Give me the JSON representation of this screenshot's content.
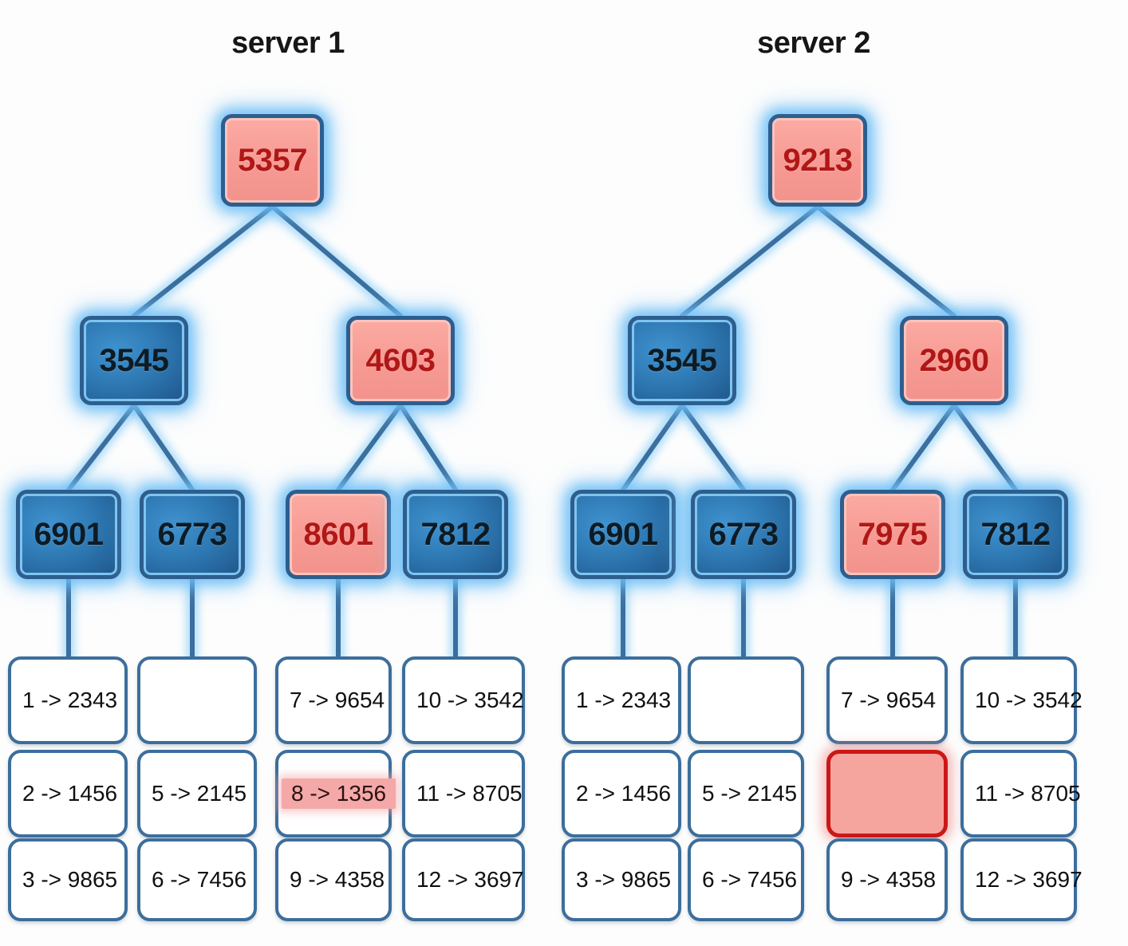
{
  "diagram": {
    "title_left": "server 1",
    "title_right": "server 2",
    "colors": {
      "node_blue": "#2f7ab5",
      "node_blue_border": "#2d5e8e",
      "node_red": "#f69a93",
      "node_red_text": "#b01717",
      "glow": "#67bcf6",
      "edge": "#3a6f9f",
      "datablock_border": "#3c6e9c",
      "highlight_fill": "#f4a8a8",
      "missing_border": "#cc1717",
      "missing_fill": "#f6a49e"
    }
  },
  "servers": [
    {
      "name": "server 1",
      "root": {
        "value": "5357",
        "state": "red"
      },
      "level2": [
        {
          "value": "3545",
          "state": "blue"
        },
        {
          "value": "4603",
          "state": "red"
        }
      ],
      "leaves": [
        {
          "value": "6901",
          "state": "blue"
        },
        {
          "value": "6773",
          "state": "blue"
        },
        {
          "value": "8601",
          "state": "red"
        },
        {
          "value": "7812",
          "state": "blue"
        }
      ],
      "data_columns": [
        {
          "cells": [
            {
              "text": "1 -> 2343",
              "state": "normal"
            },
            {
              "text": "2 -> 1456",
              "state": "normal"
            },
            {
              "text": "3 -> 9865",
              "state": "normal"
            }
          ]
        },
        {
          "cells": [
            {
              "text": "",
              "state": "empty"
            },
            {
              "text": "5 -> 2145",
              "state": "normal"
            },
            {
              "text": "6 -> 7456",
              "state": "normal"
            }
          ]
        },
        {
          "cells": [
            {
              "text": "7 -> 9654",
              "state": "normal"
            },
            {
              "text": "8 -> 1356",
              "state": "highlight"
            },
            {
              "text": "9 -> 4358",
              "state": "normal"
            }
          ]
        },
        {
          "cells": [
            {
              "text": "10 -> 3542",
              "state": "normal"
            },
            {
              "text": "11 -> 8705",
              "state": "normal"
            },
            {
              "text": "12 -> 3697",
              "state": "normal"
            }
          ]
        }
      ]
    },
    {
      "name": "server 2",
      "root": {
        "value": "9213",
        "state": "red"
      },
      "level2": [
        {
          "value": "3545",
          "state": "blue"
        },
        {
          "value": "2960",
          "state": "red"
        }
      ],
      "leaves": [
        {
          "value": "6901",
          "state": "blue"
        },
        {
          "value": "6773",
          "state": "blue"
        },
        {
          "value": "7975",
          "state": "red"
        },
        {
          "value": "7812",
          "state": "blue"
        }
      ],
      "data_columns": [
        {
          "cells": [
            {
              "text": "1 -> 2343",
              "state": "normal"
            },
            {
              "text": "2 -> 1456",
              "state": "normal"
            },
            {
              "text": "3 -> 9865",
              "state": "normal"
            }
          ]
        },
        {
          "cells": [
            {
              "text": "",
              "state": "empty"
            },
            {
              "text": "5 -> 2145",
              "state": "normal"
            },
            {
              "text": "6 -> 7456",
              "state": "normal"
            }
          ]
        },
        {
          "cells": [
            {
              "text": "7 -> 9654",
              "state": "normal"
            },
            {
              "text": "",
              "state": "missing"
            },
            {
              "text": "9 -> 4358",
              "state": "normal"
            }
          ]
        },
        {
          "cells": [
            {
              "text": "10 -> 3542",
              "state": "normal"
            },
            {
              "text": "11 -> 8705",
              "state": "normal"
            },
            {
              "text": "12 -> 3697",
              "state": "normal"
            }
          ]
        }
      ]
    }
  ]
}
